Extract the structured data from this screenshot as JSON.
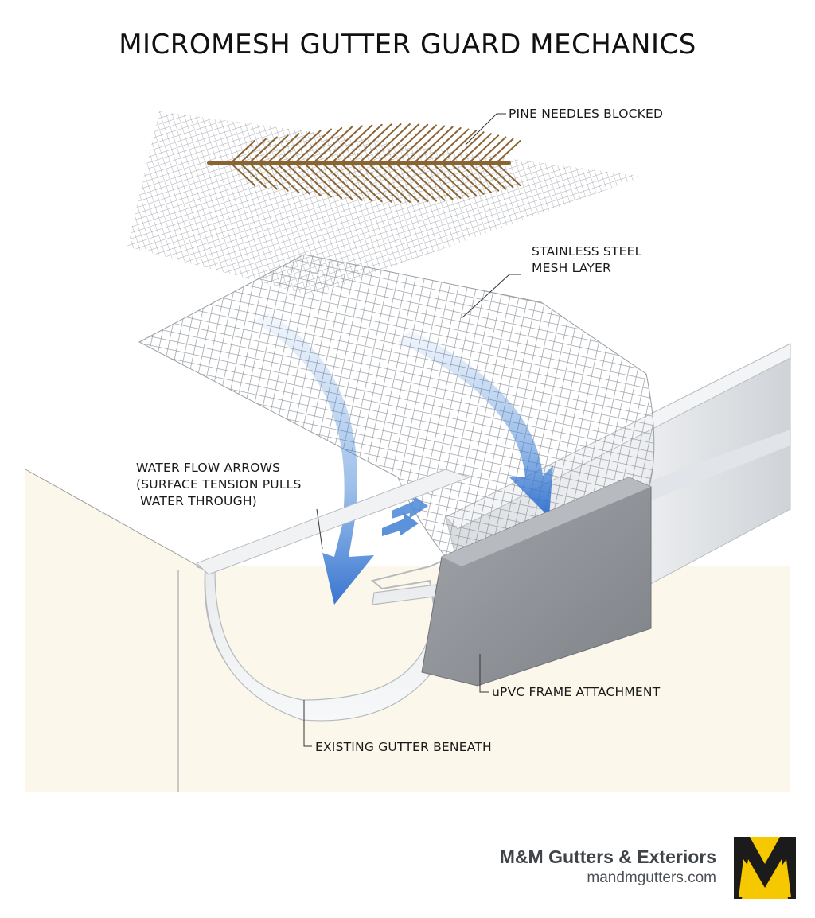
{
  "title": "MICROMESH GUTTER GUARD MECHANICS",
  "callouts": {
    "pine_needles": "PINE NEEDLES BLOCKED",
    "mesh_layer": "STAINLESS STEEL\nMESH LAYER",
    "water_flow": "WATER FLOW ARROWS\n(SURFACE TENSION PULLS\n WATER THROUGH)",
    "frame": "uPVC FRAME ATTACHMENT",
    "gutter": "EXISTING GUTTER BENEATH"
  },
  "brand": {
    "name": "M&M Gutters & Exteriors",
    "url": "mandmgutters.com",
    "logo_letter": "M",
    "logo_color": "#f5c800"
  },
  "colors": {
    "wall": "#fbf7ea",
    "mesh": "#9aa0a6",
    "needle": "#8a6432",
    "water": "#3a7fd5",
    "frame": "#8f9399",
    "gutter": "#e4e6e9"
  }
}
